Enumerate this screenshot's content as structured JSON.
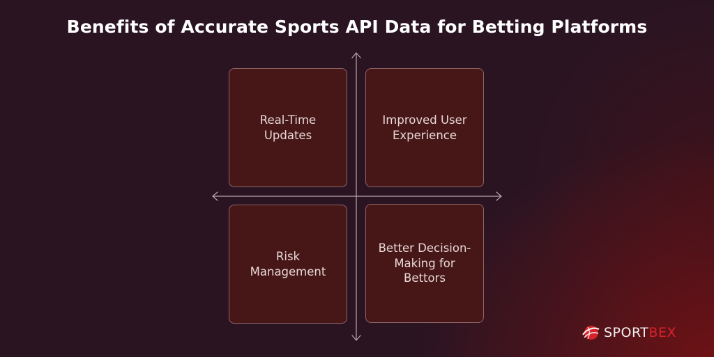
{
  "header": {
    "title": "Benefits of Accurate Sports API Data for Betting Platforms"
  },
  "quadrants": [
    {
      "id": "top-left",
      "label": "Real-Time Updates"
    },
    {
      "id": "top-right",
      "label": "Improved User Experience"
    },
    {
      "id": "bottom-left",
      "label": "Risk Management"
    },
    {
      "id": "bottom-right",
      "label": "Better Decision-Making for Bettors"
    }
  ],
  "brand": {
    "name_part1": "SPORT",
    "name_part2": "BEX",
    "accent_color": "#d8232a"
  },
  "colors": {
    "background": "#2b1422",
    "card_fill": "#471718",
    "card_border": "#8f6567",
    "axis": "#b9a6ab"
  }
}
